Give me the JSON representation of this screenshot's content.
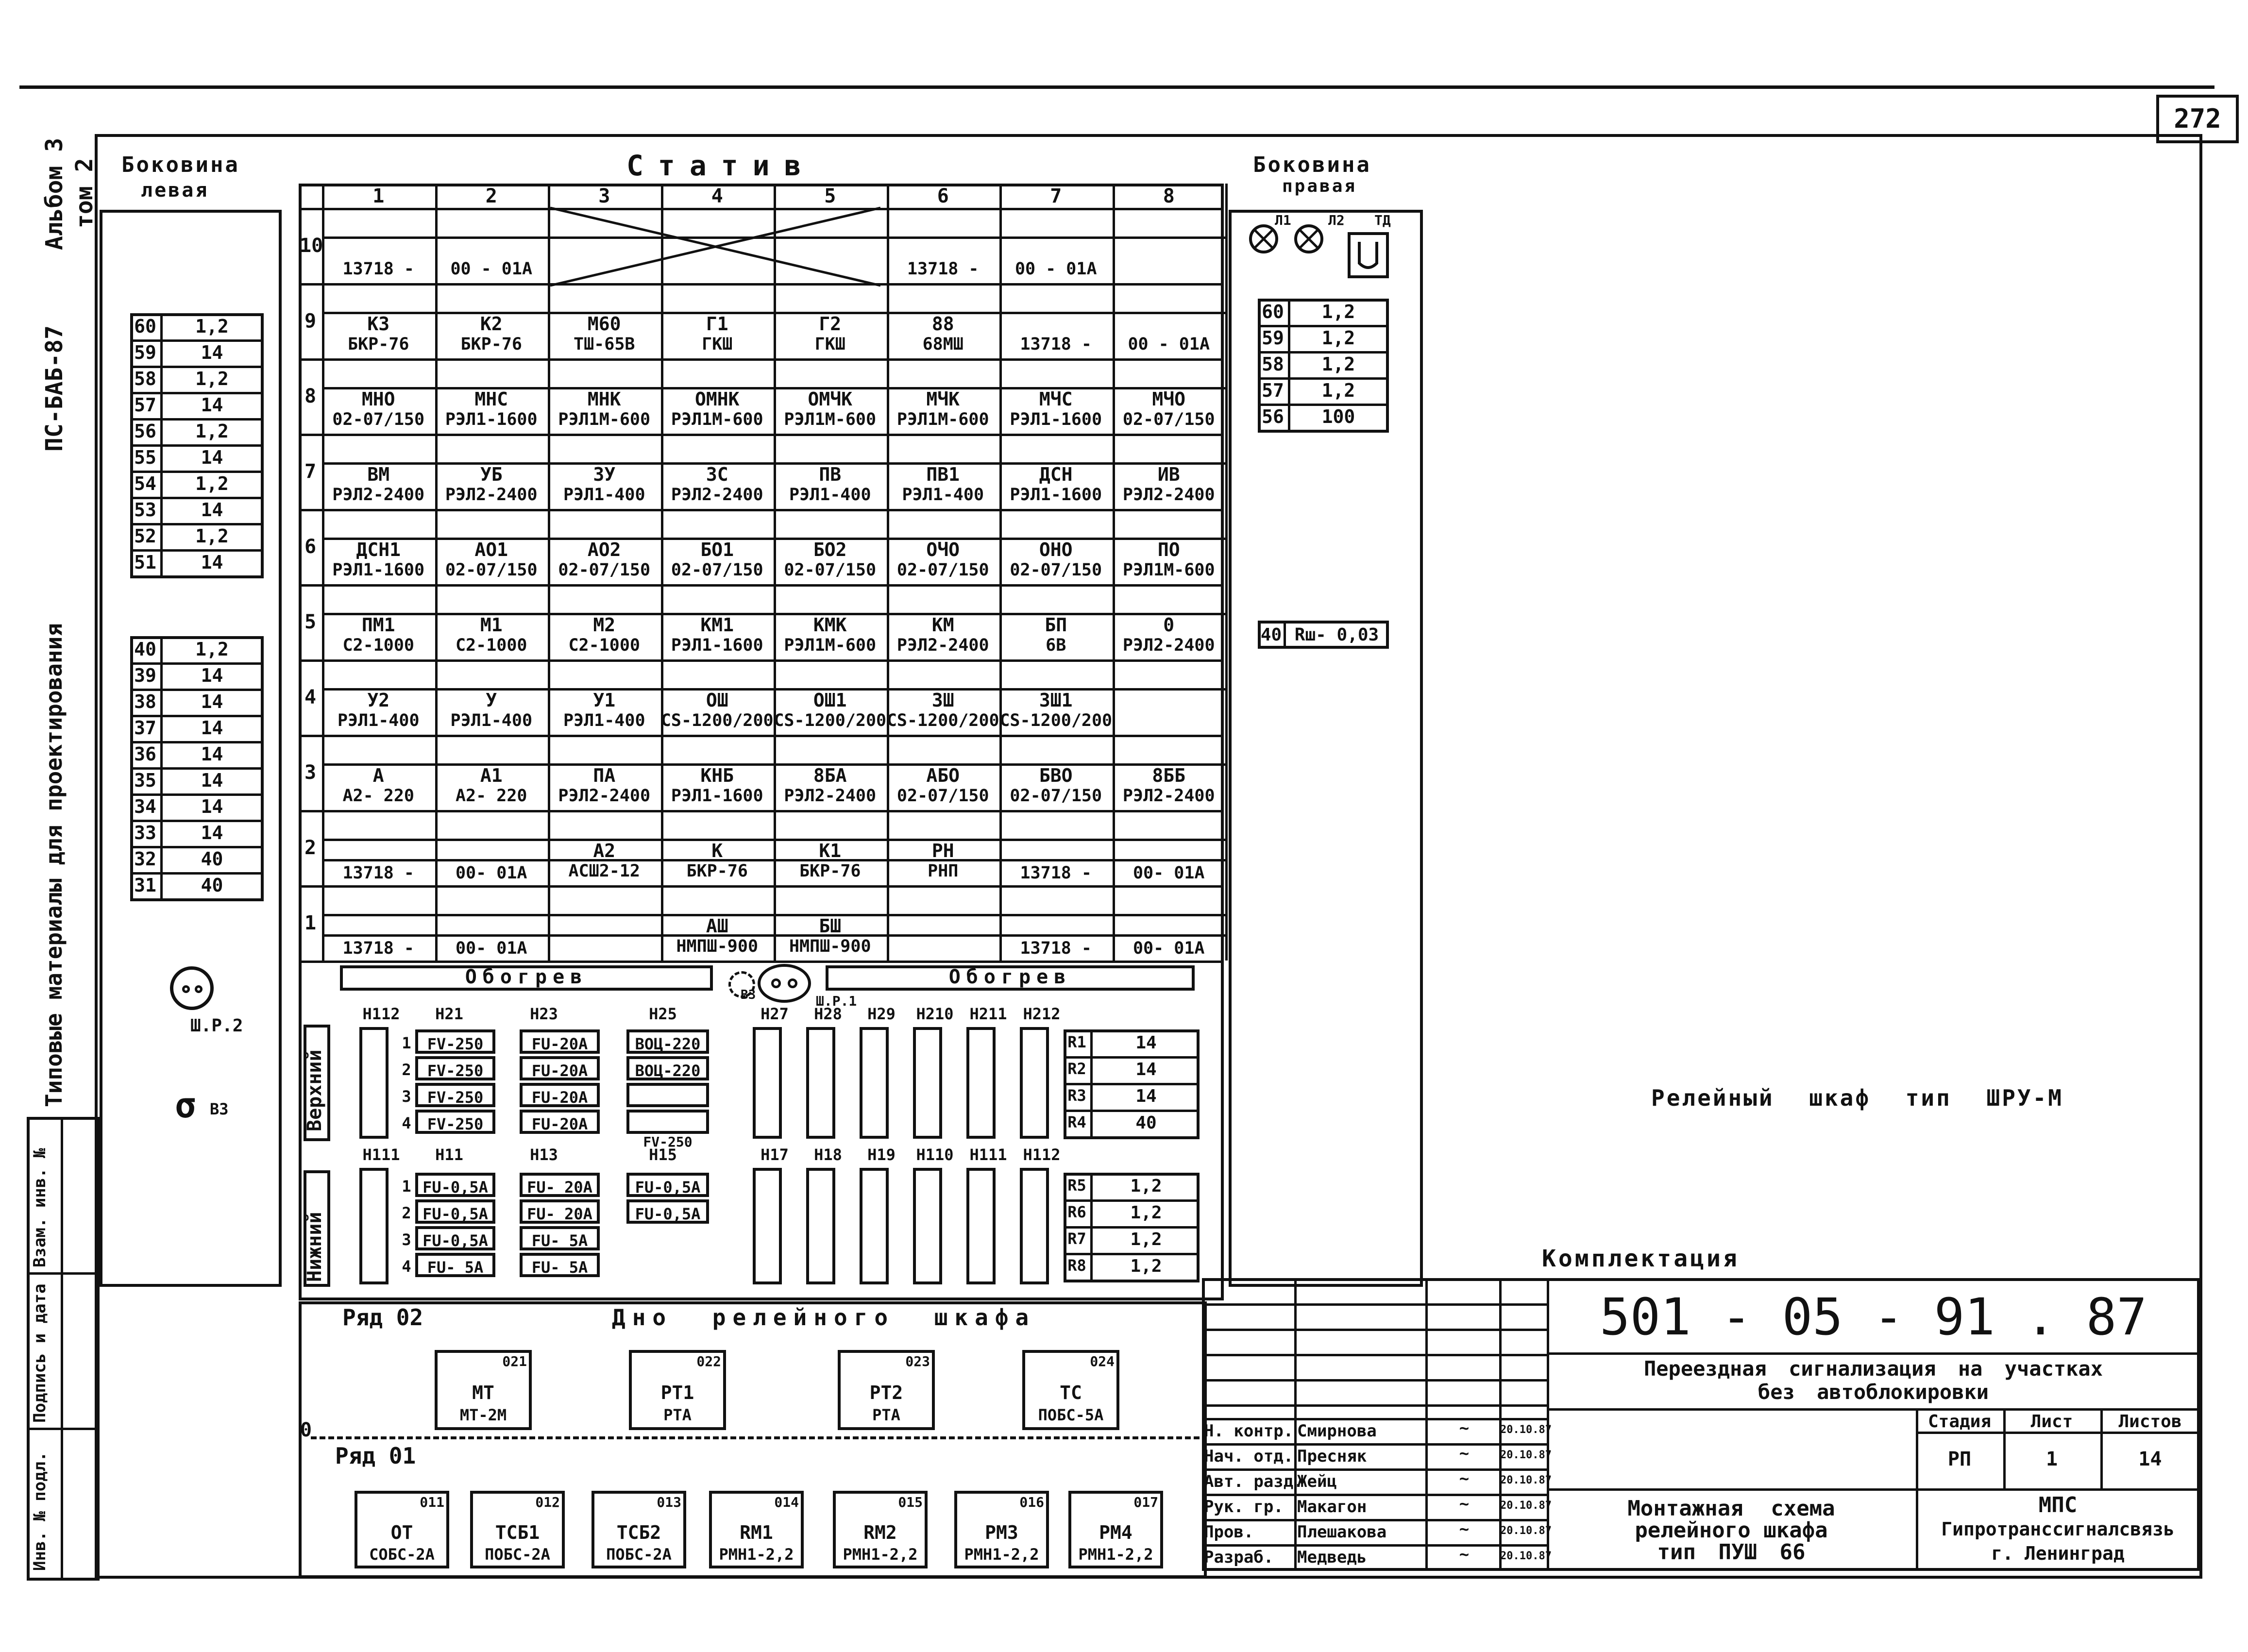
{
  "sheet_number": "272",
  "margin_vertical": {
    "album": "Альбом 3",
    "volume": "том 2",
    "code": "ПС-БАБ-87",
    "series": "Типовые материалы для проектирования"
  },
  "left_stamp": {
    "inv_original": "Инв. № подл.",
    "signature_date": "Подпись и дата",
    "inv_replace": "Взам. инв. №"
  },
  "side_left": {
    "title_l1": "Боковина",
    "title_l2": "левая",
    "block_a": [
      {
        "n": "60",
        "v": "1,2"
      },
      {
        "n": "59",
        "v": "14"
      },
      {
        "n": "58",
        "v": "1,2"
      },
      {
        "n": "57",
        "v": "14"
      },
      {
        "n": "56",
        "v": "1,2"
      },
      {
        "n": "55",
        "v": "14"
      },
      {
        "n": "54",
        "v": "1,2"
      },
      {
        "n": "53",
        "v": "14"
      },
      {
        "n": "52",
        "v": "1,2"
      },
      {
        "n": "51",
        "v": "14"
      }
    ],
    "block_b": [
      {
        "n": "40",
        "v": "1,2"
      },
      {
        "n": "39",
        "v": "14"
      },
      {
        "n": "38",
        "v": "14"
      },
      {
        "n": "37",
        "v": "14"
      },
      {
        "n": "36",
        "v": "14"
      },
      {
        "n": "35",
        "v": "14"
      },
      {
        "n": "34",
        "v": "14"
      },
      {
        "n": "33",
        "v": "14"
      },
      {
        "n": "32",
        "v": "40"
      },
      {
        "n": "31",
        "v": "40"
      }
    ],
    "socket_label": "Ш.Р.2",
    "switch_label": "ВЗ"
  },
  "side_right": {
    "title_l1": "Боковина",
    "title_l2": "правая",
    "lamp_labels": [
      "Л1",
      "Л2",
      "ТД"
    ],
    "block": [
      {
        "n": "60",
        "v": "1,2"
      },
      {
        "n": "59",
        "v": "1,2"
      },
      {
        "n": "58",
        "v": "1,2"
      },
      {
        "n": "57",
        "v": "1,2"
      },
      {
        "n": "56",
        "v": "100"
      }
    ],
    "r40_n": "40",
    "r40_v": "Rш- 0,03"
  },
  "stativ": {
    "title": "Статив",
    "col_numbers": [
      "1",
      "2",
      "3",
      "4",
      "5",
      "6",
      "7",
      "8"
    ],
    "shelves": [
      {
        "num": "10",
        "top": [
          "",
          "",
          "",
          "",
          "",
          "",
          "",
          ""
        ],
        "bottom": [
          "13718 -",
          "00 - 01А",
          "",
          "",
          "",
          "13718 -",
          "00 - 01А",
          ""
        ]
      },
      {
        "num": "9",
        "top": [
          "К3",
          "К2",
          "М60",
          "Г1",
          "Г2",
          "88",
          "",
          ""
        ],
        "bottom": [
          "БКР-76",
          "БКР-76",
          "ТШ-65В",
          "ГКШ",
          "ГКШ",
          "68МШ",
          "13718 -",
          "00 - 01А"
        ]
      },
      {
        "num": "8",
        "top": [
          "МНО",
          "МНС",
          "МНК",
          "ОМНК",
          "ОМЧК",
          "МЧК",
          "МЧС",
          "МЧО"
        ],
        "bottom": [
          "02-07/150",
          "РЭЛ1-1600",
          "РЭЛ1М-600",
          "РЭЛ1М-600",
          "РЭЛ1М-600",
          "РЭЛ1М-600",
          "РЭЛ1-1600",
          "02-07/150"
        ]
      },
      {
        "num": "7",
        "top": [
          "ВМ",
          "УБ",
          "ЗУ",
          "ЗС",
          "ПВ",
          "ПВ1",
          "ДСН",
          "ИВ"
        ],
        "bottom": [
          "РЭЛ2-2400",
          "РЭЛ2-2400",
          "РЭЛ1-400",
          "РЭЛ2-2400",
          "РЭЛ1-400",
          "РЭЛ1-400",
          "РЭЛ1-1600",
          "РЭЛ2-2400"
        ]
      },
      {
        "num": "6",
        "top": [
          "ДСН1",
          "АО1",
          "АО2",
          "БО1",
          "БО2",
          "ОЧО",
          "ОНО",
          "ПО"
        ],
        "bottom": [
          "РЭЛ1-1600",
          "02-07/150",
          "02-07/150",
          "02-07/150",
          "02-07/150",
          "02-07/150",
          "02-07/150",
          "РЭЛ1М-600"
        ]
      },
      {
        "num": "5",
        "top": [
          "ПМ1",
          "М1",
          "М2",
          "КМ1",
          "КМК",
          "КМ",
          "БП",
          "0"
        ],
        "bottom": [
          "С2-1000",
          "С2-1000",
          "С2-1000",
          "РЭЛ1-1600",
          "РЭЛ1М-600",
          "РЭЛ2-2400",
          "6В",
          "РЭЛ2-2400"
        ]
      },
      {
        "num": "4",
        "top": [
          "У2",
          "У",
          "У1",
          "ОШ",
          "ОШ1",
          "ЗШ",
          "ЗШ1",
          ""
        ],
        "bottom": [
          "РЭЛ1-400",
          "РЭЛ1-400",
          "РЭЛ1-400",
          "CS-1200/200",
          "CS-1200/200",
          "CS-1200/200",
          "CS-1200/200",
          ""
        ]
      },
      {
        "num": "3",
        "top": [
          "А",
          "А1",
          "ПА",
          "КНБ",
          "8БА",
          "АБО",
          "БВО",
          "8ББ"
        ],
        "bottom": [
          "А2- 220",
          "А2- 220",
          "РЭЛ2-2400",
          "РЭЛ1-1600",
          "РЭЛ2-2400",
          "02-07/150",
          "02-07/150",
          "РЭЛ2-2400"
        ]
      },
      {
        "num": "2",
        "top": [
          "",
          "",
          "А2",
          "К",
          "К1",
          "РН",
          "",
          ""
        ],
        "bottom": [
          "",
          "",
          "АСШ2-12",
          "БКР-76",
          "БКР-76",
          "РНП",
          "",
          ""
        ],
        "extra": [
          "13718 -",
          "00- 01А",
          "",
          "",
          "",
          "",
          "13718 -",
          "00- 01А"
        ]
      },
      {
        "num": "1",
        "top": [
          "",
          "",
          "",
          "АШ",
          "БШ",
          "",
          "",
          ""
        ],
        "bottom": [
          "",
          "",
          "",
          "НМПШ-900",
          "НМПШ-900",
          "",
          "",
          ""
        ],
        "extra": [
          "13718 -",
          "00- 01А",
          "",
          "",
          "",
          "",
          "13718 -",
          "00- 01А"
        ]
      }
    ],
    "heating_left": "Обогрев",
    "heating_right": "Обогрев",
    "socket_label": "Ш.Р.1",
    "socket_label2": "ВЗ"
  },
  "fuse_panel": {
    "upper_label": "Верхний",
    "lower_label": "Нижний",
    "upper_headers": [
      "Н112",
      "Н21",
      "Н23",
      "Н25",
      "Н27",
      "Н28",
      "Н29",
      "Н210",
      "Н211",
      "Н212"
    ],
    "lower_headers": [
      "Н111",
      "Н11",
      "Н13",
      "Н15",
      "Н17",
      "Н18",
      "Н19",
      "Н110",
      "Н111",
      "Н112"
    ],
    "upper_fuses_a": [
      "FV-250",
      "FV-250",
      "FV-250",
      "FV-250"
    ],
    "upper_fuses_b": [
      "FU-20А",
      "FU-20А",
      "FU-20А",
      "FU-20А"
    ],
    "upper_fuses_c": [
      "ВОЦ-220",
      "ВОЦ-220",
      "",
      ""
    ],
    "upper_fuse_c_note": "FV-250",
    "lower_fuses_a": [
      "FU-0,5А",
      "FU-0,5А",
      "FU-0,5А",
      "FU- 5А"
    ],
    "lower_fuses_b": [
      "FU- 20А",
      "FU- 20А",
      "FU- 5А",
      "FU- 5А"
    ],
    "lower_fuses_c": [
      "FU-0,5А",
      "FU-0,5А"
    ],
    "row_nums": [
      "1",
      "2",
      "3",
      "4"
    ],
    "resistors_upper": [
      {
        "n": "R1",
        "v": "14"
      },
      {
        "n": "R2",
        "v": "14"
      },
      {
        "n": "R3",
        "v": "14"
      },
      {
        "n": "R4",
        "v": "40"
      }
    ],
    "resistors_lower": [
      {
        "n": "R5",
        "v": "1,2"
      },
      {
        "n": "R6",
        "v": "1,2"
      },
      {
        "n": "R7",
        "v": "1,2"
      },
      {
        "n": "R8",
        "v": "1,2"
      }
    ]
  },
  "bottom": {
    "row02_label": "Ряд 02",
    "row01_label": "Ряд 01",
    "floor_title": "Дно релейного шкафа",
    "zero_label": "0",
    "row02": [
      {
        "num": "021",
        "n1": "МТ",
        "n2": "МТ-2М"
      },
      {
        "num": "022",
        "n1": "РТ1",
        "n2": "РТА"
      },
      {
        "num": "023",
        "n1": "РТ2",
        "n2": "РТА"
      },
      {
        "num": "024",
        "n1": "ТС",
        "n2": "ПОБС-5А"
      }
    ],
    "row01": [
      {
        "num": "011",
        "n1": "ОТ",
        "n2": "СОБС-2А"
      },
      {
        "num": "012",
        "n1": "ТСБ1",
        "n2": "ПОБС-2А"
      },
      {
        "num": "013",
        "n1": "ТСБ2",
        "n2": "ПОБС-2А"
      },
      {
        "num": "014",
        "n1": "RM1",
        "n2": "РМН1-2,2"
      },
      {
        "num": "015",
        "n1": "RM2",
        "n2": "РМН1-2,2"
      },
      {
        "num": "016",
        "n1": "РМ3",
        "n2": "РМН1-2,2"
      },
      {
        "num": "017",
        "n1": "РМ4",
        "n2": "РМН1-2,2"
      }
    ]
  },
  "caption": "Релейный шкаф тип ШРУ-М",
  "komplektatsiya": "Комплектация",
  "title_block": {
    "doc_code": "501 - 05 - 91 . 87",
    "project_l1": "Переездная сигнализация на участках",
    "project_l2": "без автоблокировки",
    "stage_header": "Стадия",
    "sheet_header": "Лист",
    "sheets_header": "Листов",
    "stage": "РП",
    "sheet": "1",
    "sheets": "14",
    "drawing_l1": "Монтажная схема",
    "drawing_l2": "релейного шкафа",
    "drawing_l3": "тип ПУШ 66",
    "org_l1": "МПС",
    "org_l2": "Гипротранссигналсвязь",
    "org_l3": "г. Ленинград",
    "signers": [
      {
        "role": "Н. контр.",
        "name": "Смирнова",
        "date": "20.10.87"
      },
      {
        "role": "Нач. отд.",
        "name": "Пресняк",
        "date": "20.10.87"
      },
      {
        "role": "Авт. разд.",
        "name": "Жейц",
        "date": "20.10.87"
      },
      {
        "role": "Рук. гр.",
        "name": "Макагон",
        "date": "20.10.87"
      },
      {
        "role": "Пров.",
        "name": "Плешакова",
        "date": "20.10.87"
      },
      {
        "role": "Разраб.",
        "name": "Медведь",
        "date": "20.10.87"
      }
    ]
  }
}
